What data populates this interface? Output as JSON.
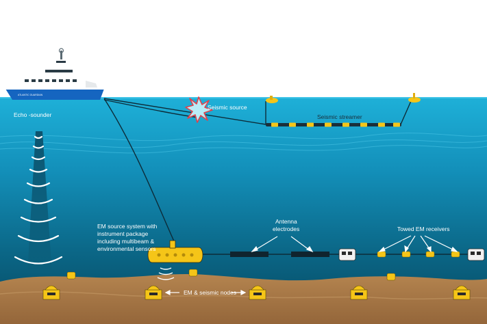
{
  "labels": {
    "echo_sounder": "Echo -sounder",
    "seismic_source": "Seismic source",
    "seismic_streamer": "Seismic streamer",
    "antenna_electrodes_line1": "Antenna",
    "antenna_electrodes_line2": "electrodes",
    "towed_em_receivers": "Towed EM receivers",
    "em_source_line1": "EM source system with",
    "em_source_line2": "instrument package",
    "em_source_line3": "including multibeam &",
    "em_source_line4": "environmental sensors",
    "em_seismic_nodes": "EM & seismic nodes"
  },
  "ship": {
    "hull_text": "ATLANTIC GUARDIAN"
  },
  "colors": {
    "sky": "#ffffff",
    "sea_top": "#1aa6d1",
    "sea_mid": "#0f7fa8",
    "sea_deep": "#08506a",
    "seabed": "#a8794a",
    "seabed_dark": "#8a5f36",
    "hull": "#1565c0",
    "buoy_yellow": "#f5c518",
    "cable": "#0d2b38"
  },
  "icons": {
    "ship": "research-vessel-icon",
    "seismic_source": "starburst-icon",
    "node": "seabed-node-icon",
    "receiver": "em-receiver-icon"
  }
}
